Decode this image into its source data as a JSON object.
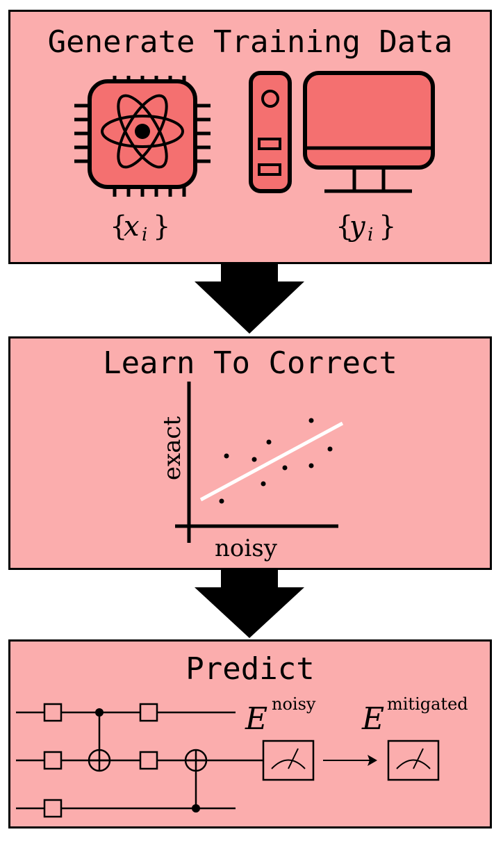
{
  "panels": [
    {
      "title": "Generate Training Data"
    },
    {
      "title": "Learn To Correct"
    },
    {
      "title": "Predict"
    }
  ],
  "panel1": {
    "quantum_label_var": "x",
    "quantum_label_sub": "i",
    "classical_label_var": "y",
    "classical_label_sub": "i"
  },
  "panel2": {
    "xlabel": "noisy",
    "ylabel": "exact"
  },
  "panel3": {
    "noisy_symbol": "E",
    "noisy_superscript": "noisy",
    "mitigated_symbol": "E",
    "mitigated_superscript": "mitigated"
  },
  "colors": {
    "panel_fill": "#fbadad",
    "icon_fill": "#f47070",
    "fit_line": "#ffffff"
  },
  "icons": [
    "quantum-chip-icon",
    "computer-tower-icon",
    "monitor-icon",
    "down-arrow-icon",
    "meter-icon",
    "right-arrow-icon"
  ]
}
